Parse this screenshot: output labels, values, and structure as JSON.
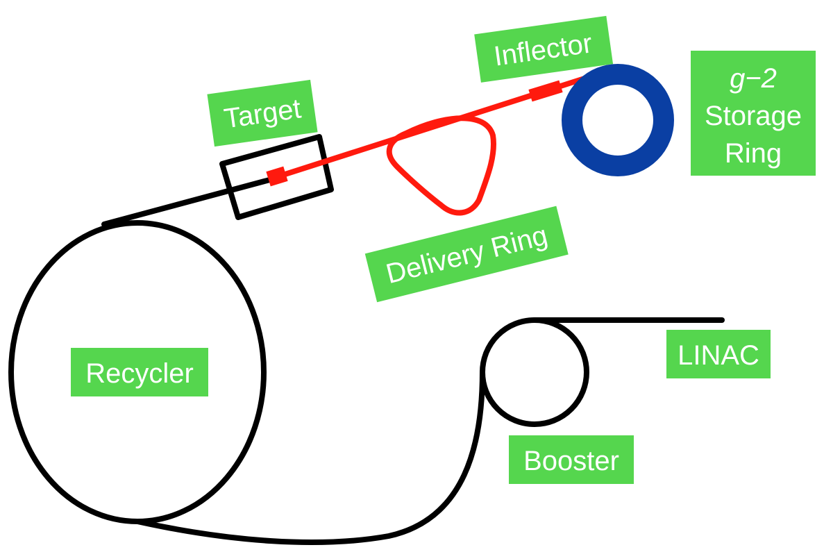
{
  "colors": {
    "label_background": "#55d64e",
    "label_text": "#ffffff",
    "beamline_primary": "#000000",
    "beamline_muon": "#ff1a0e",
    "storage_ring": "#0a3fa3"
  },
  "labels": {
    "target": "Target",
    "inflector": "Inflector",
    "storage_ring_symbol": "g−2",
    "storage_ring_line1": "Storage",
    "storage_ring_line2": "Ring",
    "delivery_ring": "Delivery Ring",
    "recycler": "Recycler",
    "booster": "Booster",
    "linac": "LINAC"
  }
}
